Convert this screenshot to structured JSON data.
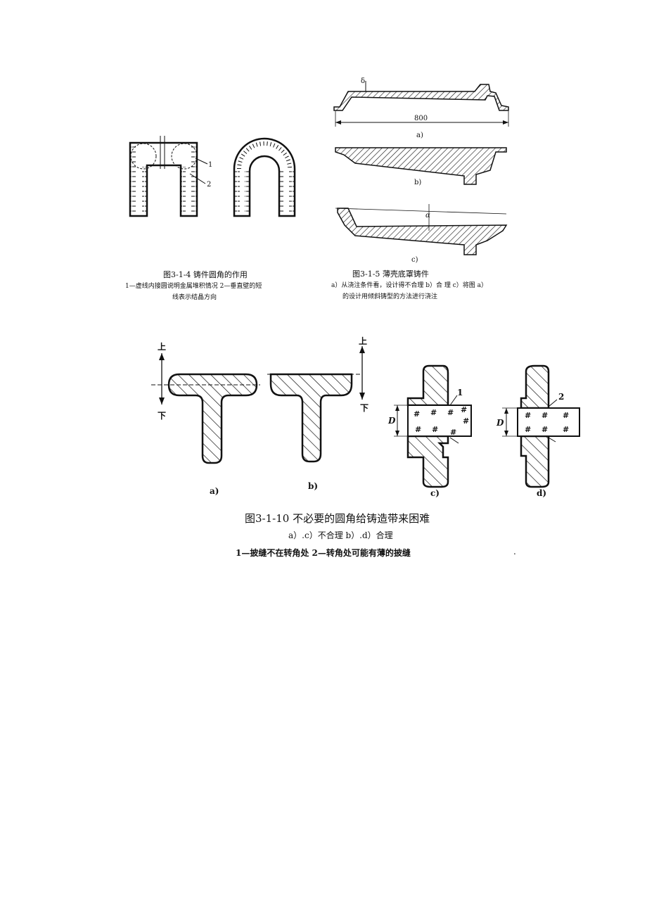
{
  "fig4": {
    "labels": {
      "l1": "1",
      "l2": "2"
    },
    "caption_title": "图3-1-4   铸件圆角的作用",
    "caption_line1": "1—虚线内接圆说明金属堆积情况   2—垂直壁的短",
    "caption_line2": "线表示结晶方向"
  },
  "fig5": {
    "dimension": "800",
    "delta_label": "δ",
    "alpha_label": "α",
    "sub_a": "a)",
    "sub_b": "b)",
    "sub_c": "c)",
    "caption_title": "图3-1-5   薄壳底罩铸件",
    "caption_line1": "a）从浇注条件看，设计得不合理   b）合 理   c）将图 a）",
    "caption_line2": "的设计用倾斜铸型的方法进行浇注"
  },
  "fig10": {
    "up": "上",
    "down": "下",
    "d_label": "D",
    "l1": "1",
    "l2": "2",
    "sub_a": "a)",
    "sub_b": "b)",
    "sub_c": "c)",
    "sub_d": "d)",
    "caption_title": "图3-1-10   不必要的圆角给铸造带来困难",
    "caption_line1": "a）.c）不合理   b）.d）合理",
    "caption_line2": "1—披缝不在转角处        2—转角处可能有薄的披缝",
    "dot": "."
  }
}
